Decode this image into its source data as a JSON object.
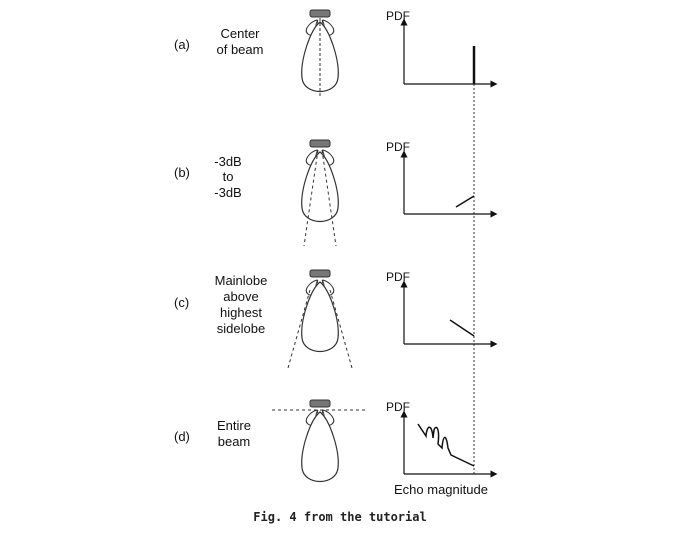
{
  "panels": [
    {
      "id": "a",
      "letter": "(a)",
      "label_lines": [
        "Center",
        "of beam"
      ],
      "pdf_label": "PDF"
    },
    {
      "id": "b",
      "letter": "(b)",
      "label_lines": [
        "-3dB",
        "to",
        "-3dB"
      ],
      "pdf_label": "PDF"
    },
    {
      "id": "c",
      "letter": "(c)",
      "label_lines": [
        "Mainlobe",
        "above",
        "highest",
        "sidelobe"
      ],
      "pdf_label": "PDF"
    },
    {
      "id": "d",
      "letter": "(d)",
      "label_lines": [
        "Entire",
        "beam"
      ],
      "pdf_label": "PDF"
    }
  ],
  "x_axis_label": "Echo magnitude",
  "caption": "Fig. 4 from the tutorial",
  "icons": [
    "transducer-icon",
    "beam-pattern-icon"
  ]
}
